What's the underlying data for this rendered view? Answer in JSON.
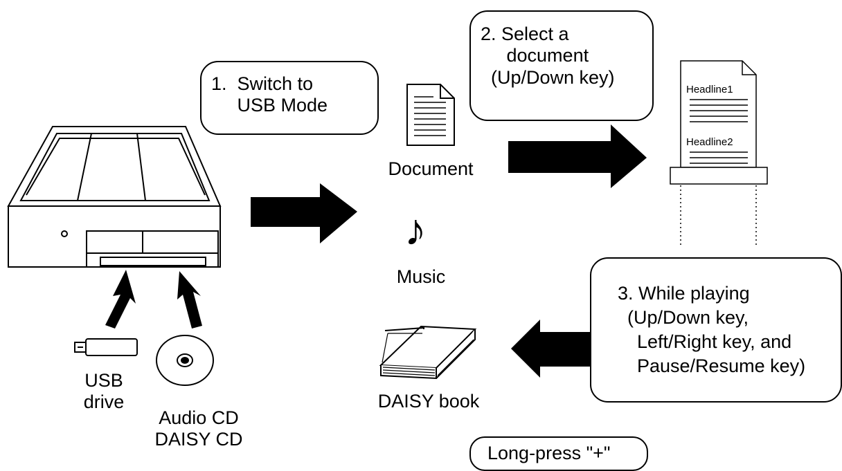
{
  "steps": {
    "step1": "1.  Switch to\n     USB Mode",
    "step2": "2. Select a\n     document\n  (Up/Down key)",
    "step3_line1": "3. While playing",
    "step3_line2": "(Up/Down key,",
    "step3_line3": "Left/Right key, and",
    "step3_line4": "Pause/Resume key)",
    "long_press": "Long-press \"+\""
  },
  "labels": {
    "document": "Document",
    "music": "Music",
    "daisy_book": "DAISY book",
    "usb_drive": "USB\ndrive",
    "discs": "Audio CD\nDAISY CD",
    "headline1": "Headline1",
    "headline2": "Headline2"
  },
  "icons": {
    "music_glyph": "♪",
    "player": "player-device-icon",
    "document": "document-icon",
    "headline_doc": "headline-document-icon",
    "usb": "usb-drive-icon",
    "cd": "cd-disc-icon",
    "book": "book-icon"
  }
}
